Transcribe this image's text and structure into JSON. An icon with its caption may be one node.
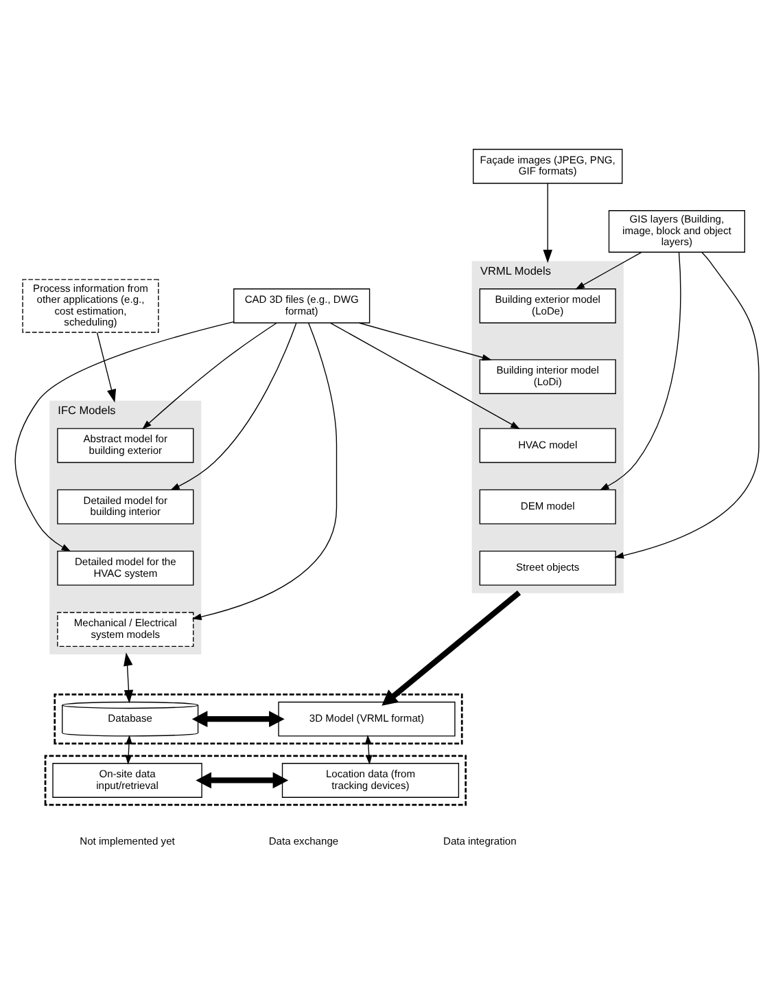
{
  "diagram": {
    "nodes": [
      {
        "text": [
          "CAD 3D files (e.g., DWG format)"
        ]
      },
      {
        "text": [
          "GIS layers (Building, image, block and object layers)"
        ]
      },
      {
        "text": [
          "Façade images (JPEG, PNG, GIF formats)"
        ]
      },
      {
        "text": [
          "Process information from other applications (e.g., cost estimation, scheduling)"
        ]
      },
      {
        "text": [
          "VRML Models"
        ]
      },
      {
        "text": [
          "Building exterior model (LoDe)"
        ],
        "in": 4
      },
      {
        "text": [
          "Building interior model (LoDi)"
        ],
        "in": 4
      },
      {
        "text": [
          "HVAC model"
        ],
        "in": 4
      },
      {
        "text": [
          "DEM model"
        ],
        "in": 4
      },
      {
        "text": [
          "Street objects"
        ],
        "in": 4
      },
      {
        "text": [
          "IFC Models"
        ]
      },
      {
        "text": [
          "Abstract model for building exterior"
        ],
        "in": 10
      },
      {
        "text": [
          "Detailed model for building interior"
        ],
        "in": 10
      },
      {
        "text": [
          "Detailed model for the HVAC system"
        ],
        "in": 10
      },
      {
        "text": [
          "Mechanical / Electrical system models"
        ],
        "in": 10
      },
      {
        "text": [],
        "shape": "box"
      },
      {
        "text": [
          "3D Model (VRML format)"
        ],
        "in": 15
      },
      {
        "text": [
          "Database"
        ],
        "in": 15
      },
      {
        "text": [],
        "shape": "box"
      },
      {
        "text": [
          "Location data (from tracking devices)"
        ],
        "in": 18
      },
      {
        "text": [
          "On-site data input/retrieval"
        ],
        "in": 18
      }
    ],
    "edges": [
      {
        "from": 0,
        "to": 11,
        "arrow": "to"
      },
      {
        "from": 0,
        "to": 12,
        "arrow": "to"
      },
      {
        "from": 0,
        "to": 13,
        "arrow": "to"
      },
      {
        "from": 0,
        "to": 14,
        "arrow": "to"
      },
      {
        "from": 0,
        "to": 6,
        "arrow": "to"
      },
      {
        "from": 0,
        "to": 7,
        "arrow": "to"
      },
      {
        "from": 1,
        "to": 5,
        "arrow": "to"
      },
      {
        "from": 1,
        "to": 8,
        "arrow": "to"
      },
      {
        "from": 1,
        "to": 9,
        "arrow": "to"
      },
      {
        "from": 2,
        "to": 4,
        "arrow": "to"
      },
      {
        "from": 3,
        "to": 10,
        "arrow": "to"
      },
      {
        "from": 4,
        "to": 16,
        "arrow": "to",
        "style": "thick"
      },
      {
        "from": 10,
        "to": 17,
        "arrow": "both"
      },
      {
        "from": 16,
        "to": 17,
        "arrow": "both",
        "style": "thick"
      },
      {
        "from": 16,
        "to": 19,
        "arrow": "both"
      },
      {
        "from": 17,
        "to": 20,
        "arrow": "both"
      },
      {
        "from": 19,
        "to": 20,
        "arrow": "both",
        "style": "thick"
      }
    ],
    "legend": [
      {
        "text": "Not implemented yet"
      },
      {
        "text": "Data exchange"
      },
      {
        "text": "Data integration"
      }
    ]
  }
}
